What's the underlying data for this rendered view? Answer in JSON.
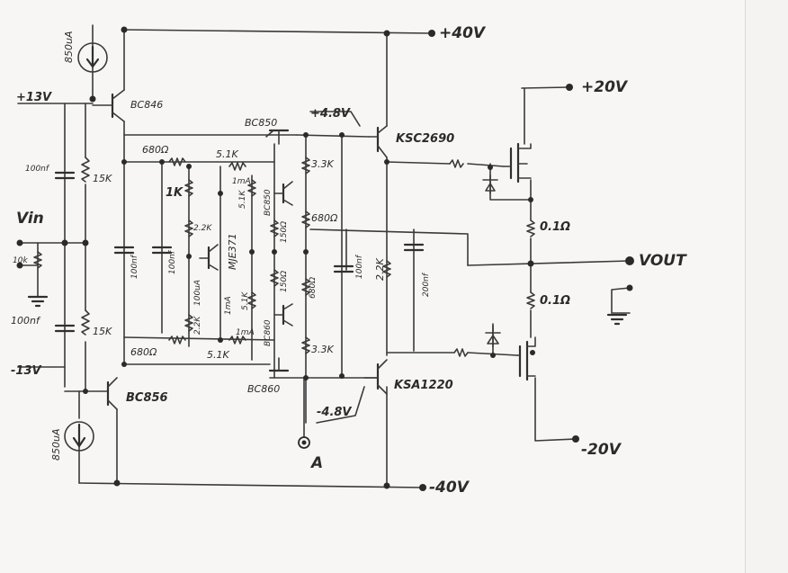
{
  "rails": {
    "pos40": "+40V",
    "neg40": "-40V",
    "pos20": "+20V",
    "neg20": "-20V",
    "pos13": "+13V",
    "neg13": "-13V",
    "pos48": "+4.8V",
    "neg48": "-4.8V"
  },
  "io": {
    "vin": "Vin",
    "vout": "VOUT",
    "test_point": "A"
  },
  "current_sources": {
    "top": "850uA",
    "bottom": "850uA"
  },
  "transistors": {
    "q_bc846": "BC846",
    "q_bc856": "BC856",
    "q_bc850_top": "BC850",
    "q_bc850_mid": "BC850",
    "q_bc860_mid": "BC860",
    "q_bc860_bot": "BC860",
    "q_mje371": "MJE371",
    "q_ksc2690": "KSC2690",
    "q_ksa1220": "KSA1220"
  },
  "resistors": {
    "r_15k_top": "15K",
    "r_15k_bot": "15K",
    "r_10k_in": "10k",
    "r_680_top": "680Ω",
    "r_680_bot": "680Ω",
    "r_51k_top": "5.1K",
    "r_51k_bot": "5.1K",
    "r_1k_pot": "1K",
    "r_22k_top": "2.2K",
    "r_22k_bot": "2.2K",
    "r_51k_v1": "5.1K",
    "r_51k_v2": "5.1K",
    "r_150_top": "150Ω",
    "r_150_bot": "150Ω",
    "r_33k_top": "3.3K",
    "r_33k_bot": "3.3K",
    "r_680_mid": "680Ω",
    "r_680_mid2": "680Ω",
    "r_22k_right": "2.2K",
    "r_01_top": "0.1Ω",
    "r_01_bot": "0.1Ω"
  },
  "capacitors": {
    "c_100n_in_top": "100nf",
    "c_100n_in_bot": "100nf",
    "c_100n_a": "100nf",
    "c_100n_b": "100nf",
    "c_100n_c": "100nf",
    "c_200n": "200nf"
  },
  "currents": {
    "i_1ma_a": "1mA",
    "i_1ma_b": "1mA",
    "i_1ma_c": "1mA",
    "i_100ua": "100uA"
  }
}
